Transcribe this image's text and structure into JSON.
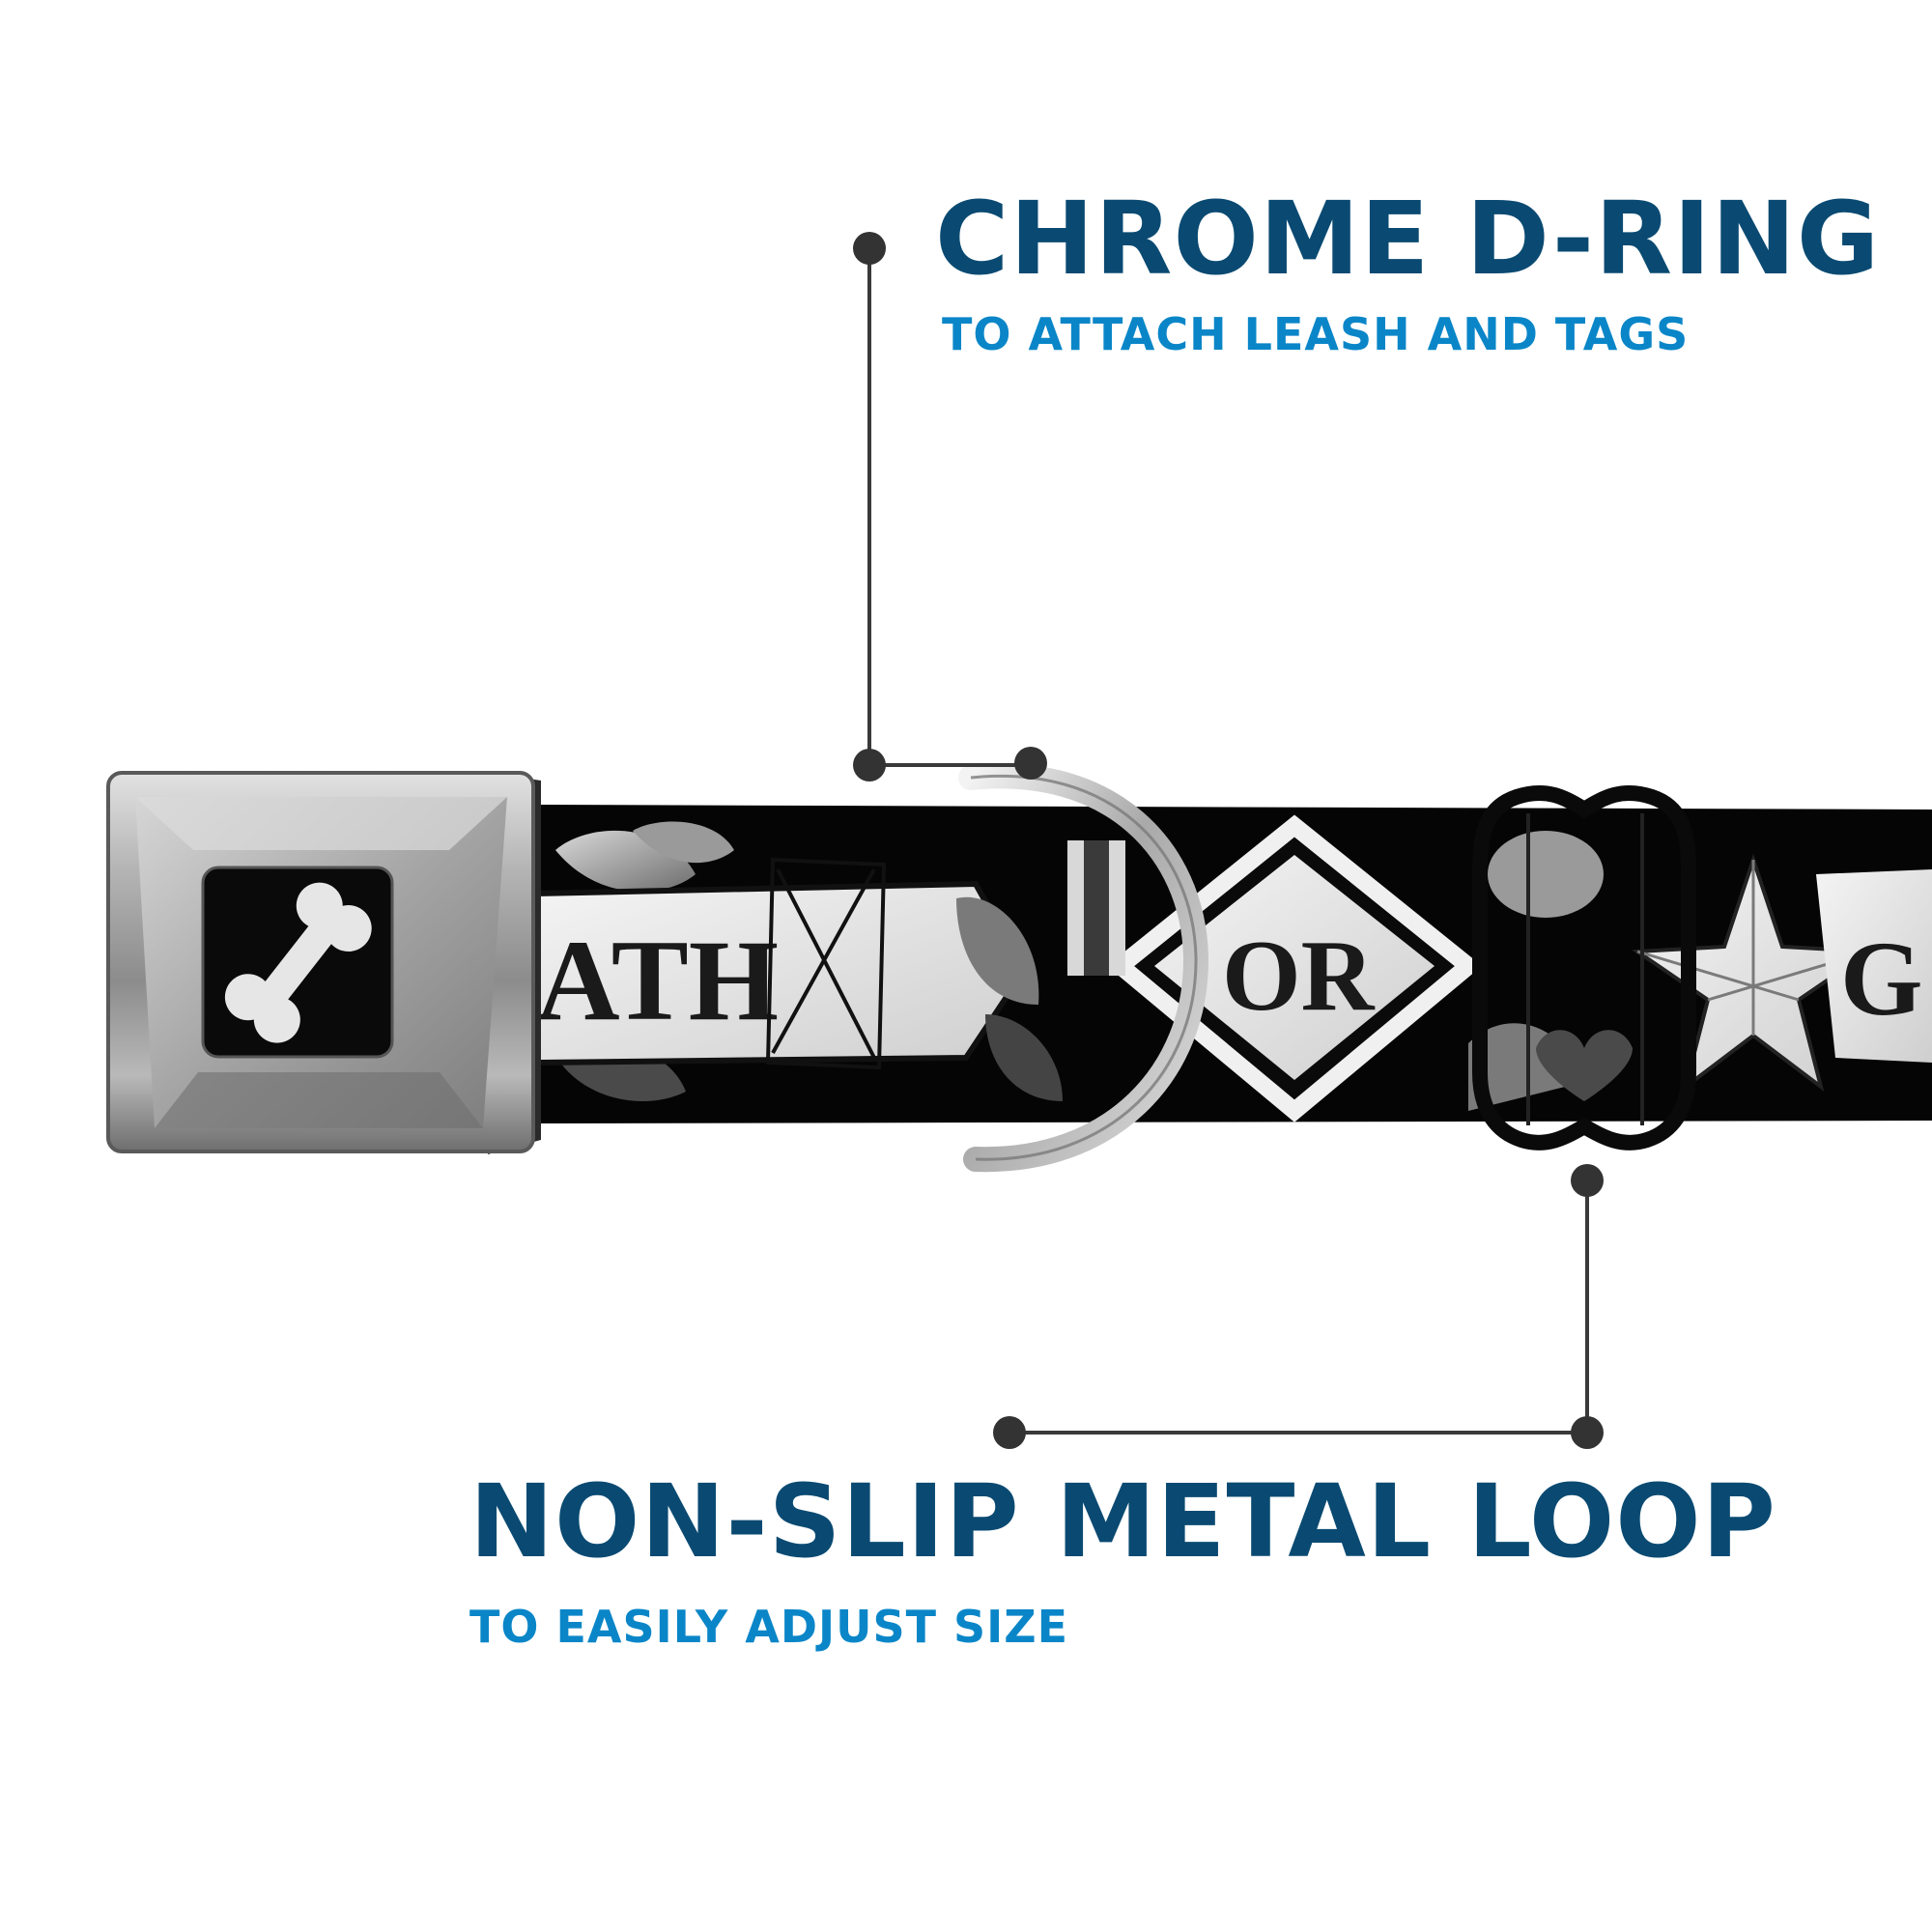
{
  "callouts": {
    "d_ring": {
      "title": "CHROME D-RING",
      "subtitle": "TO ATTACH LEASH AND TAGS"
    },
    "metal_loop": {
      "title": "NON-SLIP METAL LOOP",
      "subtitle": "TO EASILY ADJUST SIZE"
    }
  },
  "collar": {
    "print_text": [
      "ATH",
      "OR",
      "G"
    ]
  },
  "buckle": {
    "emblem": "bone-icon"
  },
  "colors": {
    "title_navy": "#0a4a72",
    "subtitle_blue": "#0a86c8",
    "leader_line": "#3a3a3a",
    "strap": "#050505",
    "buckle_chrome": "#9a9a9a"
  }
}
